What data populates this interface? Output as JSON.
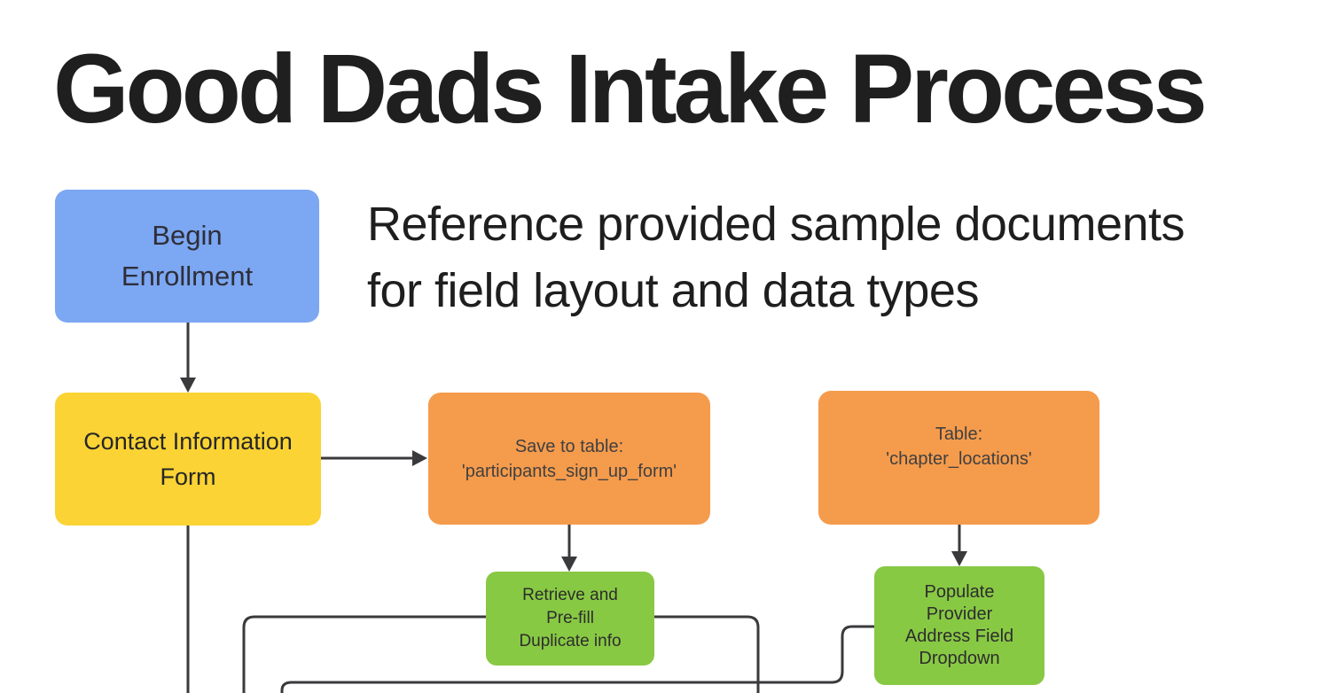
{
  "title": "Good Dads Intake Process",
  "subtitle": "Reference provided sample documents\nfor field layout and data types",
  "colors": {
    "blue": "#7CA7F2",
    "yellow": "#FBD334",
    "orange": "#F59B4C",
    "green": "#88C944",
    "line": "#3A3A3D"
  },
  "nodes": [
    {
      "id": "begin-enrollment",
      "label": "Begin\nEnrollment",
      "color": "blue"
    },
    {
      "id": "contact-information-form",
      "label": "Contact Information\nForm",
      "color": "yellow"
    },
    {
      "id": "save-to-table",
      "label": "Save to table:\n'participants_sign_up_form'",
      "color": "orange"
    },
    {
      "id": "chapter-locations",
      "label": "Table:\n'chapter_locations'",
      "color": "orange"
    },
    {
      "id": "retrieve-prefill",
      "label": "Retrieve and\nPre-fill\nDuplicate info",
      "color": "green"
    },
    {
      "id": "populate-provider",
      "label": "Populate\nProvider\nAddress Field\nDropdown",
      "color": "green"
    }
  ],
  "edges": [
    {
      "from": "begin-enrollment",
      "to": "contact-information-form",
      "type": "arrow"
    },
    {
      "from": "contact-information-form",
      "to": "save-to-table",
      "type": "arrow"
    },
    {
      "from": "save-to-table",
      "to": "retrieve-prefill",
      "type": "arrow"
    },
    {
      "from": "chapter-locations",
      "to": "populate-provider",
      "type": "arrow"
    },
    {
      "from": "contact-information-form",
      "to": "offscreen-bottom",
      "type": "line"
    },
    {
      "from": "offscreen-bottom",
      "to": "offscreen-bottom",
      "type": "line",
      "note": "routes up and behind retrieve-prefill box"
    },
    {
      "from": "offscreen-bottom",
      "to": "populate-provider",
      "type": "line"
    }
  ]
}
